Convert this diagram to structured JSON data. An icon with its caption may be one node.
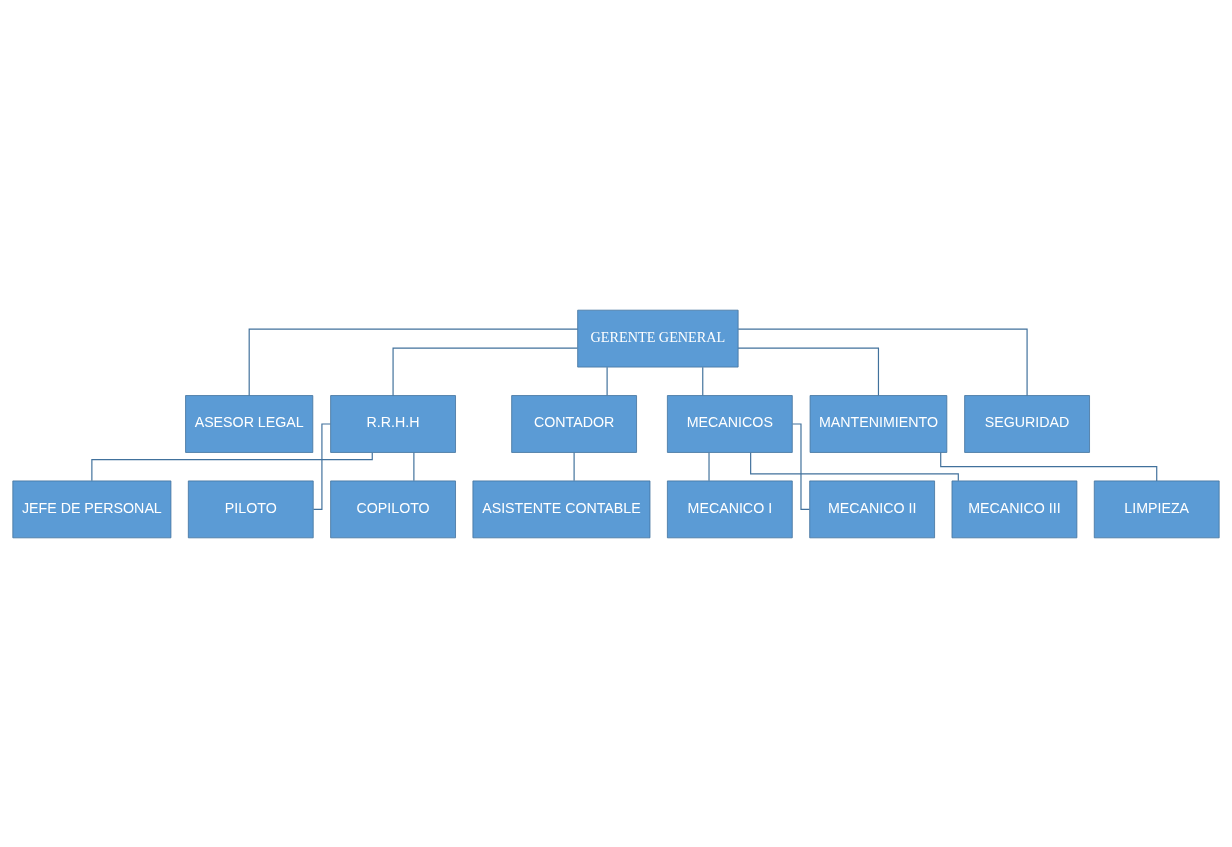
{
  "diagram": {
    "nodes": [
      {
        "text": [
          "GERENTE GENERAL"
        ]
      },
      {
        "text": [
          "ASESOR LEGAL"
        ]
      },
      {
        "text": [
          "R.R.H.H"
        ]
      },
      {
        "text": [
          "CONTADOR"
        ]
      },
      {
        "text": [
          "MECANICOS"
        ]
      },
      {
        "text": [
          "MANTENIMIENTO"
        ]
      },
      {
        "text": [
          "SEGURIDAD"
        ]
      },
      {
        "text": [
          "JEFE DE PERSONAL"
        ]
      },
      {
        "text": [
          "PILOTO"
        ]
      },
      {
        "text": [
          "COPILOTO"
        ]
      },
      {
        "text": [
          "ASISTENTE CONTABLE"
        ]
      },
      {
        "text": [
          "MECANICO I"
        ]
      },
      {
        "text": [
          "MECANICO II"
        ]
      },
      {
        "text": [
          "MECANICO III"
        ]
      },
      {
        "text": [
          "LIMPIEZA"
        ]
      }
    ],
    "edges": [
      {
        "from": 0,
        "to": 1,
        "arrow": "none"
      },
      {
        "from": 0,
        "to": 2,
        "arrow": "none"
      },
      {
        "from": 0,
        "to": 3,
        "arrow": "none"
      },
      {
        "from": 0,
        "to": 4,
        "arrow": "none"
      },
      {
        "from": 0,
        "to": 5,
        "arrow": "none"
      },
      {
        "from": 0,
        "to": 6,
        "arrow": "none"
      },
      {
        "from": 2,
        "to": 7,
        "arrow": "none"
      },
      {
        "from": 2,
        "to": 8,
        "arrow": "none"
      },
      {
        "from": 2,
        "to": 9,
        "arrow": "none"
      },
      {
        "from": 3,
        "to": 10,
        "arrow": "none"
      },
      {
        "from": 4,
        "to": 11,
        "arrow": "none"
      },
      {
        "from": 4,
        "to": 12,
        "arrow": "none"
      },
      {
        "from": 4,
        "to": 13,
        "arrow": "none"
      },
      {
        "from": 5,
        "to": 14,
        "arrow": "none"
      }
    ]
  }
}
